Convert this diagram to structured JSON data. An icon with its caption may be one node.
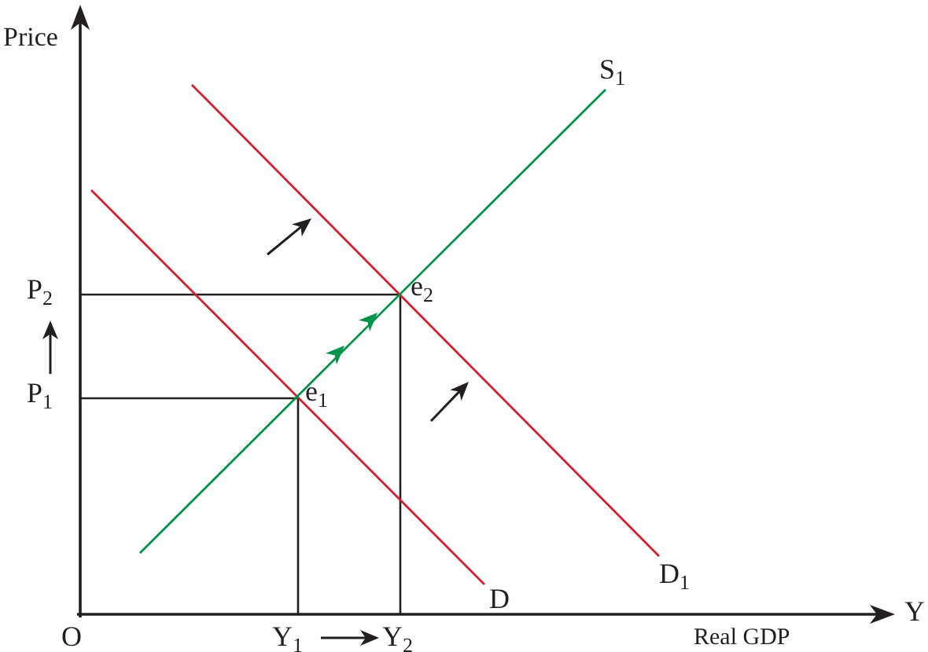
{
  "diagram": {
    "labels": [
      "Price",
      "S$_{1}$",
      "P$_{2}$",
      "e$_{2}$",
      "P$_{1}$",
      "e$_{1}$",
      "D$_{1}$",
      "D",
      "O",
      "Y$_{1}$",
      "Y$_{2}$",
      "Y",
      "Real GDP"
    ]
  }
}
